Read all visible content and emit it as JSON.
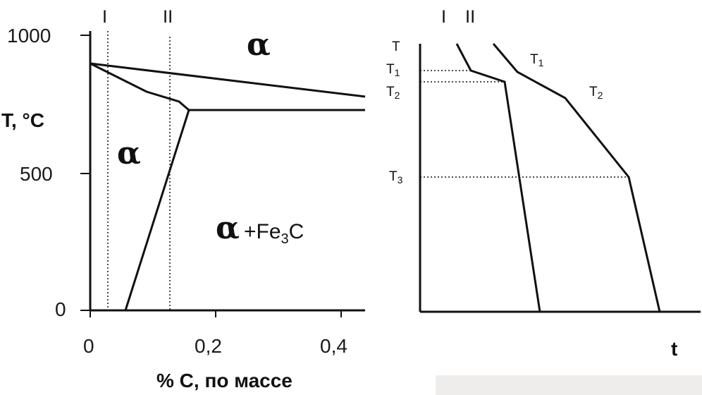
{
  "left_diagram": {
    "y_axis_label": "T, °C",
    "x_axis_label": "% C, по массе",
    "y_ticks": [
      {
        "label": "1000",
        "value": 1000
      },
      {
        "label": "500",
        "value": 500
      },
      {
        "label": "0",
        "value": 0
      }
    ],
    "x_ticks": [
      {
        "label": "0",
        "value": 0
      },
      {
        "label": "0,2",
        "value": 0.2
      },
      {
        "label": "0,4",
        "value": 0.4
      }
    ],
    "alloy_markers": [
      {
        "label": "I",
        "carbon": 0.028
      },
      {
        "label": "II",
        "carbon": 0.128
      }
    ],
    "phase_labels": {
      "alpha_top": "α",
      "alpha_left": "α",
      "alpha_mix_symbol": "α",
      "alpha_mix_text": "+Fe",
      "alpha_mix_sub": "3",
      "alpha_mix_tail": "C"
    }
  },
  "right_diagram": {
    "y_axis_label": "T",
    "x_axis_label": "t",
    "curve_markers": [
      "I",
      "II"
    ],
    "temperature_labels": [
      {
        "main": "T",
        "sub": "1",
        "side": "axis"
      },
      {
        "main": "T",
        "sub": "2",
        "side": "axis"
      },
      {
        "main": "T",
        "sub": "3",
        "side": "axis"
      },
      {
        "main": "T",
        "sub": "1",
        "side": "curve"
      },
      {
        "main": "T",
        "sub": "2",
        "side": "curve"
      }
    ]
  },
  "colors": {
    "line": "#111111",
    "caption_box": "#efecec"
  }
}
